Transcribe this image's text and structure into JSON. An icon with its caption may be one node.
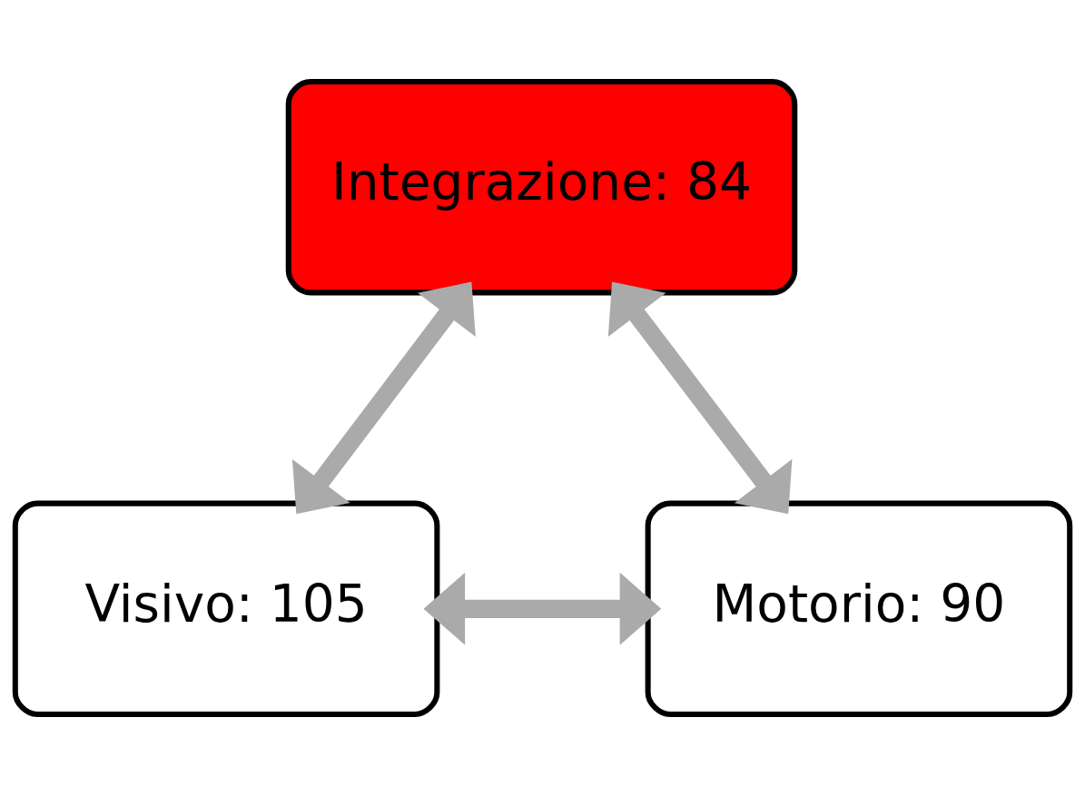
{
  "diagram": {
    "nodes": [
      {
        "text": [
          "Integrazione: 84"
        ]
      },
      {
        "text": [
          "Visivo: 105"
        ]
      },
      {
        "text": [
          "Motorio: 90"
        ]
      }
    ],
    "edges": [
      {
        "from": 1,
        "to": 0,
        "arrow": "both"
      },
      {
        "from": 0,
        "to": 2,
        "arrow": "both"
      },
      {
        "from": 1,
        "to": 2,
        "arrow": "both"
      }
    ]
  }
}
